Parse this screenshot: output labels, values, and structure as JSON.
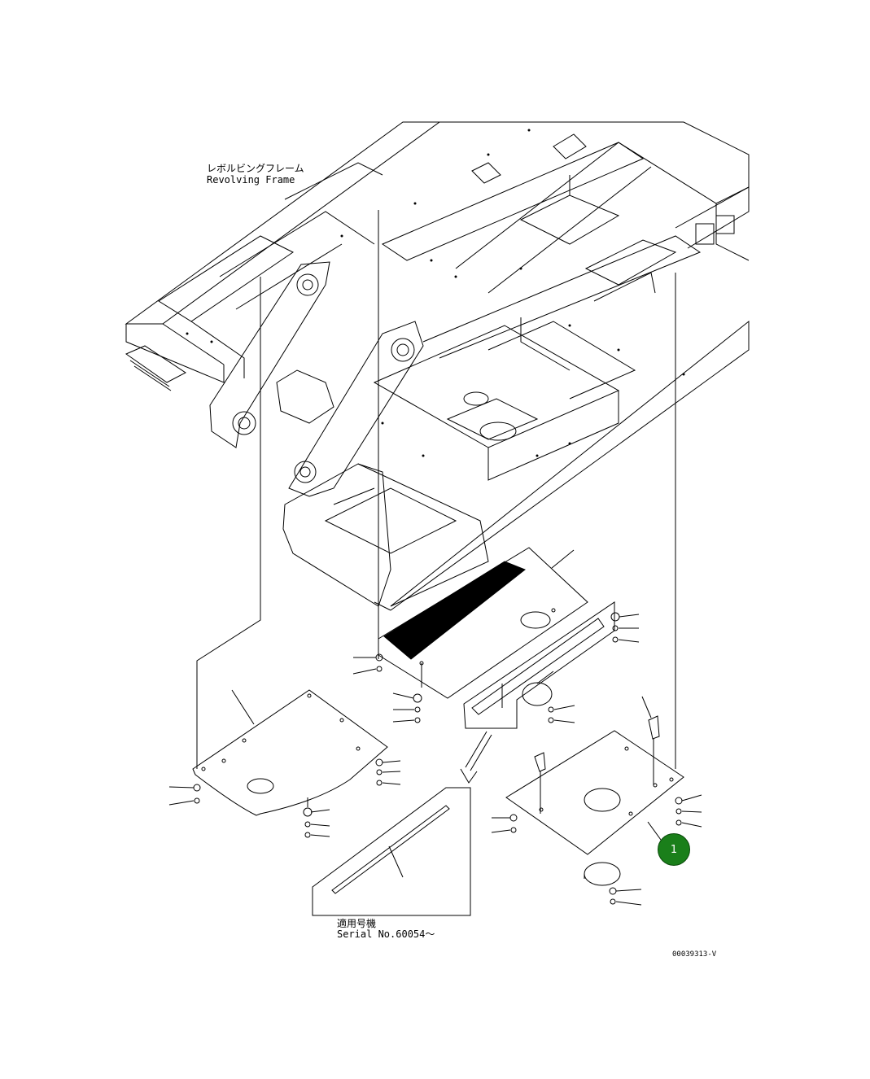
{
  "labels": {
    "revolving_frame_jp": "レボルビングフレーム",
    "revolving_frame_en": "Revolving Frame",
    "serial_jp": "適用号機",
    "serial_en": "Serial No.60054～",
    "drawing_number": "00039313-V"
  },
  "callout": {
    "number": "1",
    "color": "#1a7f1a"
  }
}
